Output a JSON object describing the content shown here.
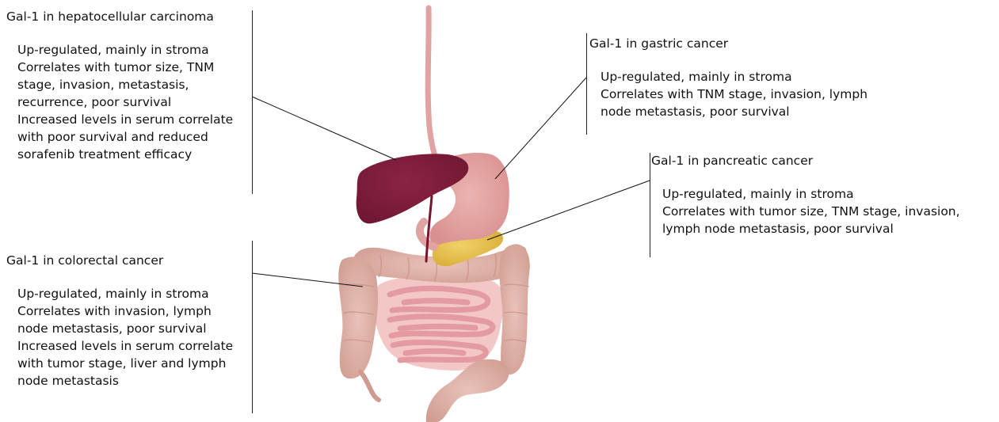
{
  "panels": {
    "hcc": {
      "title": "Gal-1 in hepatocellular carcinoma",
      "lines": "Up-regulated, mainly in stroma\nCorrelates with tumor size, TNM\nstage, invasion, metastasis,\nrecurrence, poor survival\nIncreased levels in serum correlate\nwith poor survival and reduced\nsorafenib treatment efficacy"
    },
    "colorectal": {
      "title": "Gal-1 in colorectal cancer",
      "lines": "Up-regulated, mainly in stroma\nCorrelates with invasion, lymph\nnode metastasis, poor survival\nIncreased levels in serum correlate\nwith tumor stage, liver and lymph\nnode metastasis"
    },
    "gastric": {
      "title": "Gal-1 in gastric cancer",
      "lines": "Up-regulated, mainly in stroma\nCorrelates with TNM stage, invasion, lymph\nnode metastasis, poor survival"
    },
    "pancreatic": {
      "title": "Gal-1 in pancreatic cancer",
      "lines": "Up-regulated, mainly in stroma\nCorrelates with tumor size, TNM stage, invasion,\nlymph node metastasis, poor survival"
    }
  },
  "colors": {
    "liver": "#7f1d3a",
    "stomach": "#e4a8a6",
    "esophagus": "#e1a2a2",
    "pancreas": "#e7c04e",
    "colon": "#deb0a6",
    "small_intestine": "#e8a0a4",
    "bile_duct": "#7a1530"
  }
}
